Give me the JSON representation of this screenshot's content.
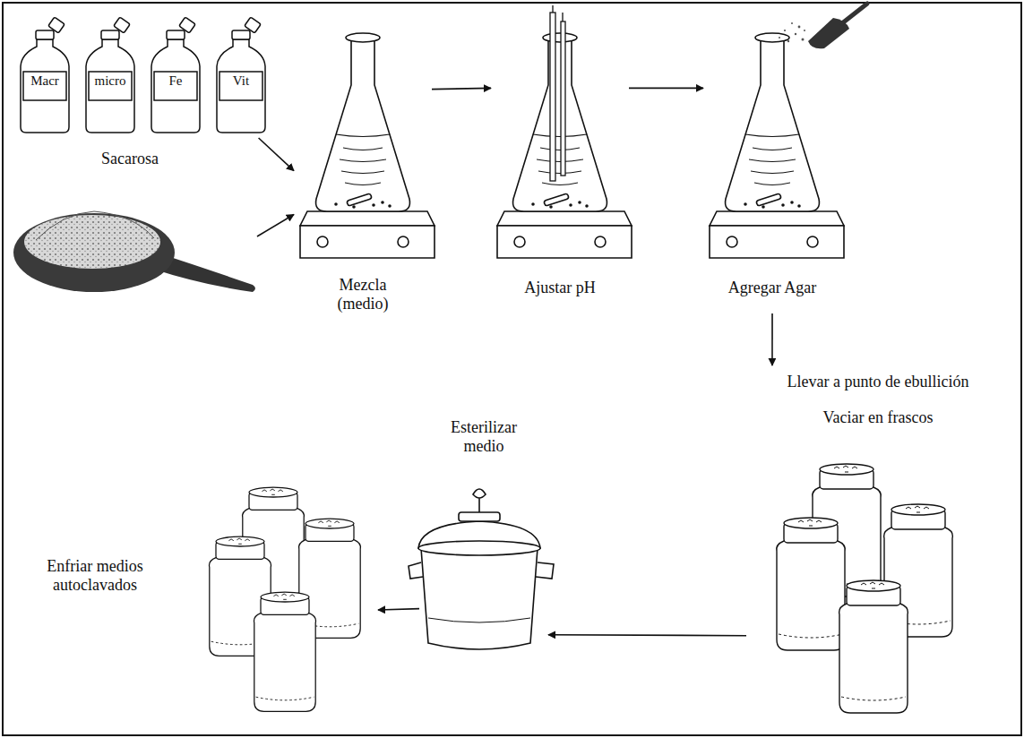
{
  "diagram": {
    "nodes": [
      {
        "text": [
          "Macr"
        ]
      },
      {
        "text": [
          "micro"
        ]
      },
      {
        "text": [
          "Fe"
        ]
      },
      {
        "text": [
          "Vit"
        ]
      },
      {
        "text": [
          "Sacarosa"
        ]
      },
      {
        "text": [
          "Mezcla (medio)"
        ]
      },
      {
        "text": [
          "Ajustar pH"
        ]
      },
      {
        "text": [
          "Agregar Agar"
        ]
      },
      {
        "text": [
          "Llevar a punto de ebullición",
          "Vaciar en frascos"
        ]
      },
      {
        "text": [
          "Esterilizar medio"
        ]
      },
      {
        "text": [
          "Enfriar medios autoclavados"
        ]
      }
    ],
    "edges": [
      {
        "from": 3,
        "to": 5,
        "arrow": "to"
      },
      {
        "from": 4,
        "to": 5,
        "arrow": "to"
      },
      {
        "from": 5,
        "to": 6,
        "arrow": "to"
      },
      {
        "from": 6,
        "to": 7,
        "arrow": "to"
      },
      {
        "from": 7,
        "to": 8,
        "arrow": "to"
      },
      {
        "from": 8,
        "to": 9,
        "arrow": "to"
      },
      {
        "from": 9,
        "to": 10,
        "arrow": "to"
      }
    ]
  }
}
